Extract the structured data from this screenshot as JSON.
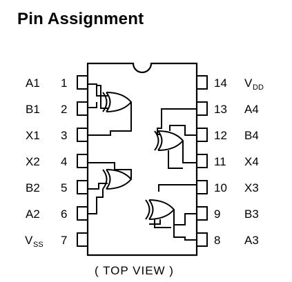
{
  "title": "Pin Assignment",
  "caption": "( TOP VIEW )",
  "left_pins": [
    {
      "num": "1",
      "label": "A1"
    },
    {
      "num": "2",
      "label": "B1"
    },
    {
      "num": "3",
      "label": "X1"
    },
    {
      "num": "4",
      "label": "X2"
    },
    {
      "num": "5",
      "label": "B2"
    },
    {
      "num": "6",
      "label": "A2"
    },
    {
      "num": "7",
      "label": "V",
      "sub": "SS"
    }
  ],
  "right_pins": [
    {
      "num": "14",
      "label": "V",
      "sub": "DD"
    },
    {
      "num": "13",
      "label": "A4"
    },
    {
      "num": "12",
      "label": "B4"
    },
    {
      "num": "11",
      "label": "X4"
    },
    {
      "num": "10",
      "label": "X3"
    },
    {
      "num": "9",
      "label": "B3"
    },
    {
      "num": "8",
      "label": "A3"
    }
  ]
}
